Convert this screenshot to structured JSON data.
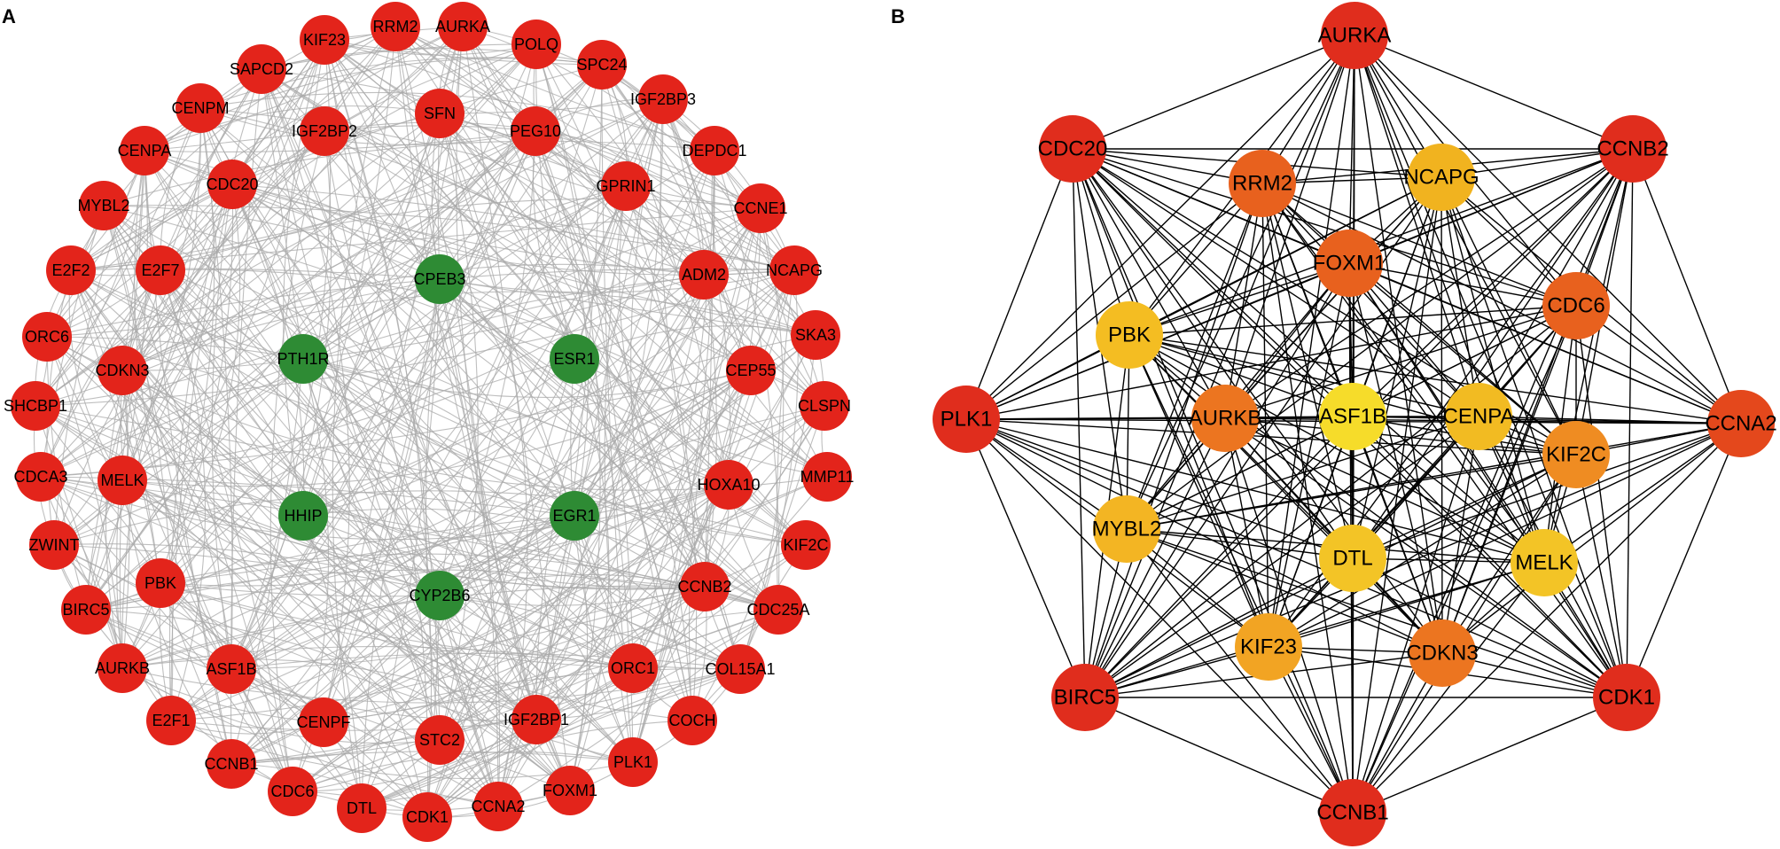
{
  "panel_a": {
    "label": "A",
    "colors": {
      "up": "#e3241b",
      "down": "#2e8b34",
      "edge": "#a9a9a9"
    },
    "nodes": [
      {
        "name": "AURKA",
        "group": "up"
      },
      {
        "name": "RRM2",
        "group": "up"
      },
      {
        "name": "KIF23",
        "group": "up"
      },
      {
        "name": "POLQ",
        "group": "up"
      },
      {
        "name": "SAPCD2",
        "group": "up"
      },
      {
        "name": "SPC24",
        "group": "up"
      },
      {
        "name": "CENPM",
        "group": "up"
      },
      {
        "name": "IGF2BP3",
        "group": "up"
      },
      {
        "name": "SFN",
        "group": "up"
      },
      {
        "name": "IGF2BP2",
        "group": "up"
      },
      {
        "name": "PEG10",
        "group": "up"
      },
      {
        "name": "CENPA",
        "group": "up"
      },
      {
        "name": "DEPDC1",
        "group": "up"
      },
      {
        "name": "CDC20",
        "group": "up"
      },
      {
        "name": "GPRIN1",
        "group": "up"
      },
      {
        "name": "MYBL2",
        "group": "up"
      },
      {
        "name": "CCNE1",
        "group": "up"
      },
      {
        "name": "E2F2",
        "group": "up"
      },
      {
        "name": "E2F7",
        "group": "up"
      },
      {
        "name": "CPEB3",
        "group": "down"
      },
      {
        "name": "ADM2",
        "group": "up"
      },
      {
        "name": "NCAPG",
        "group": "up"
      },
      {
        "name": "ORC6",
        "group": "up"
      },
      {
        "name": "SKA3",
        "group": "up"
      },
      {
        "name": "PTH1R",
        "group": "down"
      },
      {
        "name": "ESR1",
        "group": "down"
      },
      {
        "name": "CDKN3",
        "group": "up"
      },
      {
        "name": "CEP55",
        "group": "up"
      },
      {
        "name": "SHCBP1",
        "group": "up"
      },
      {
        "name": "CLSPN",
        "group": "up"
      },
      {
        "name": "CDCA3",
        "group": "up"
      },
      {
        "name": "MELK",
        "group": "up"
      },
      {
        "name": "MMP11",
        "group": "up"
      },
      {
        "name": "HOXA10",
        "group": "up"
      },
      {
        "name": "HHIP",
        "group": "down"
      },
      {
        "name": "EGR1",
        "group": "down"
      },
      {
        "name": "ZWINT",
        "group": "up"
      },
      {
        "name": "KIF2C",
        "group": "up"
      },
      {
        "name": "PBK",
        "group": "up"
      },
      {
        "name": "CYP2B6",
        "group": "down"
      },
      {
        "name": "CCNB2",
        "group": "up"
      },
      {
        "name": "BIRC5",
        "group": "up"
      },
      {
        "name": "CDC25A",
        "group": "up"
      },
      {
        "name": "AURKB",
        "group": "up"
      },
      {
        "name": "ASF1B",
        "group": "up"
      },
      {
        "name": "ORC1",
        "group": "up"
      },
      {
        "name": "COL15A1",
        "group": "up"
      },
      {
        "name": "E2F1",
        "group": "up"
      },
      {
        "name": "CENPF",
        "group": "up"
      },
      {
        "name": "IGF2BP1",
        "group": "up"
      },
      {
        "name": "COCH",
        "group": "up"
      },
      {
        "name": "STC2",
        "group": "up"
      },
      {
        "name": "CCNB1",
        "group": "up"
      },
      {
        "name": "PLK1",
        "group": "up"
      },
      {
        "name": "CDC6",
        "group": "up"
      },
      {
        "name": "FOXM1",
        "group": "up"
      },
      {
        "name": "DTL",
        "group": "up"
      },
      {
        "name": "CCNA2",
        "group": "up"
      },
      {
        "name": "CDK1",
        "group": "up"
      }
    ]
  },
  "panel_b": {
    "label": "B",
    "edge_color": "#000000",
    "nodes": [
      {
        "name": "AURKA",
        "color": "#e02d1d"
      },
      {
        "name": "CDC20",
        "color": "#e02d1d"
      },
      {
        "name": "CCNB2",
        "color": "#e02d1d"
      },
      {
        "name": "RRM2",
        "color": "#e8611e"
      },
      {
        "name": "NCAPG",
        "color": "#f1b31f"
      },
      {
        "name": "FOXM1",
        "color": "#e8611e"
      },
      {
        "name": "CDC6",
        "color": "#e8611e"
      },
      {
        "name": "PBK",
        "color": "#f4bd22"
      },
      {
        "name": "PLK1",
        "color": "#e02d1d"
      },
      {
        "name": "AURKB",
        "color": "#ec7520"
      },
      {
        "name": "ASF1B",
        "color": "#f6dc2a"
      },
      {
        "name": "CENPA",
        "color": "#f2bb22"
      },
      {
        "name": "CCNA2",
        "color": "#e4481c"
      },
      {
        "name": "KIF2C",
        "color": "#ef8c22"
      },
      {
        "name": "MYBL2",
        "color": "#f3b523"
      },
      {
        "name": "DTL",
        "color": "#f3c426"
      },
      {
        "name": "MELK",
        "color": "#f3c426"
      },
      {
        "name": "KIF23",
        "color": "#f2a423"
      },
      {
        "name": "CDKN3",
        "color": "#ec7520"
      },
      {
        "name": "BIRC5",
        "color": "#e02d1d"
      },
      {
        "name": "CDK1",
        "color": "#e02d1d"
      },
      {
        "name": "CCNB1",
        "color": "#e02d1d"
      }
    ]
  }
}
